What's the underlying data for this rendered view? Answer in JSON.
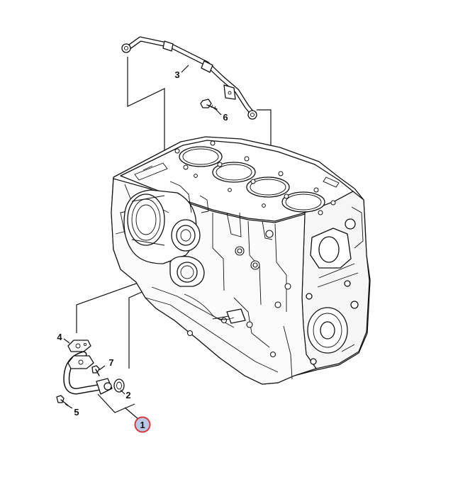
{
  "diagram": {
    "callouts": [
      {
        "id": "1",
        "label": "1",
        "highlighted": true
      },
      {
        "id": "2",
        "label": "2"
      },
      {
        "id": "3",
        "label": "3"
      },
      {
        "id": "4",
        "label": "4"
      },
      {
        "id": "5",
        "label": "5"
      },
      {
        "id": "6",
        "label": "6"
      },
      {
        "id": "7",
        "label": "7"
      }
    ],
    "colors": {
      "line": "#111111",
      "background": "#ffffff",
      "highlight_ring": "#d9383a",
      "highlight_fill": "#b9c8e6"
    }
  }
}
